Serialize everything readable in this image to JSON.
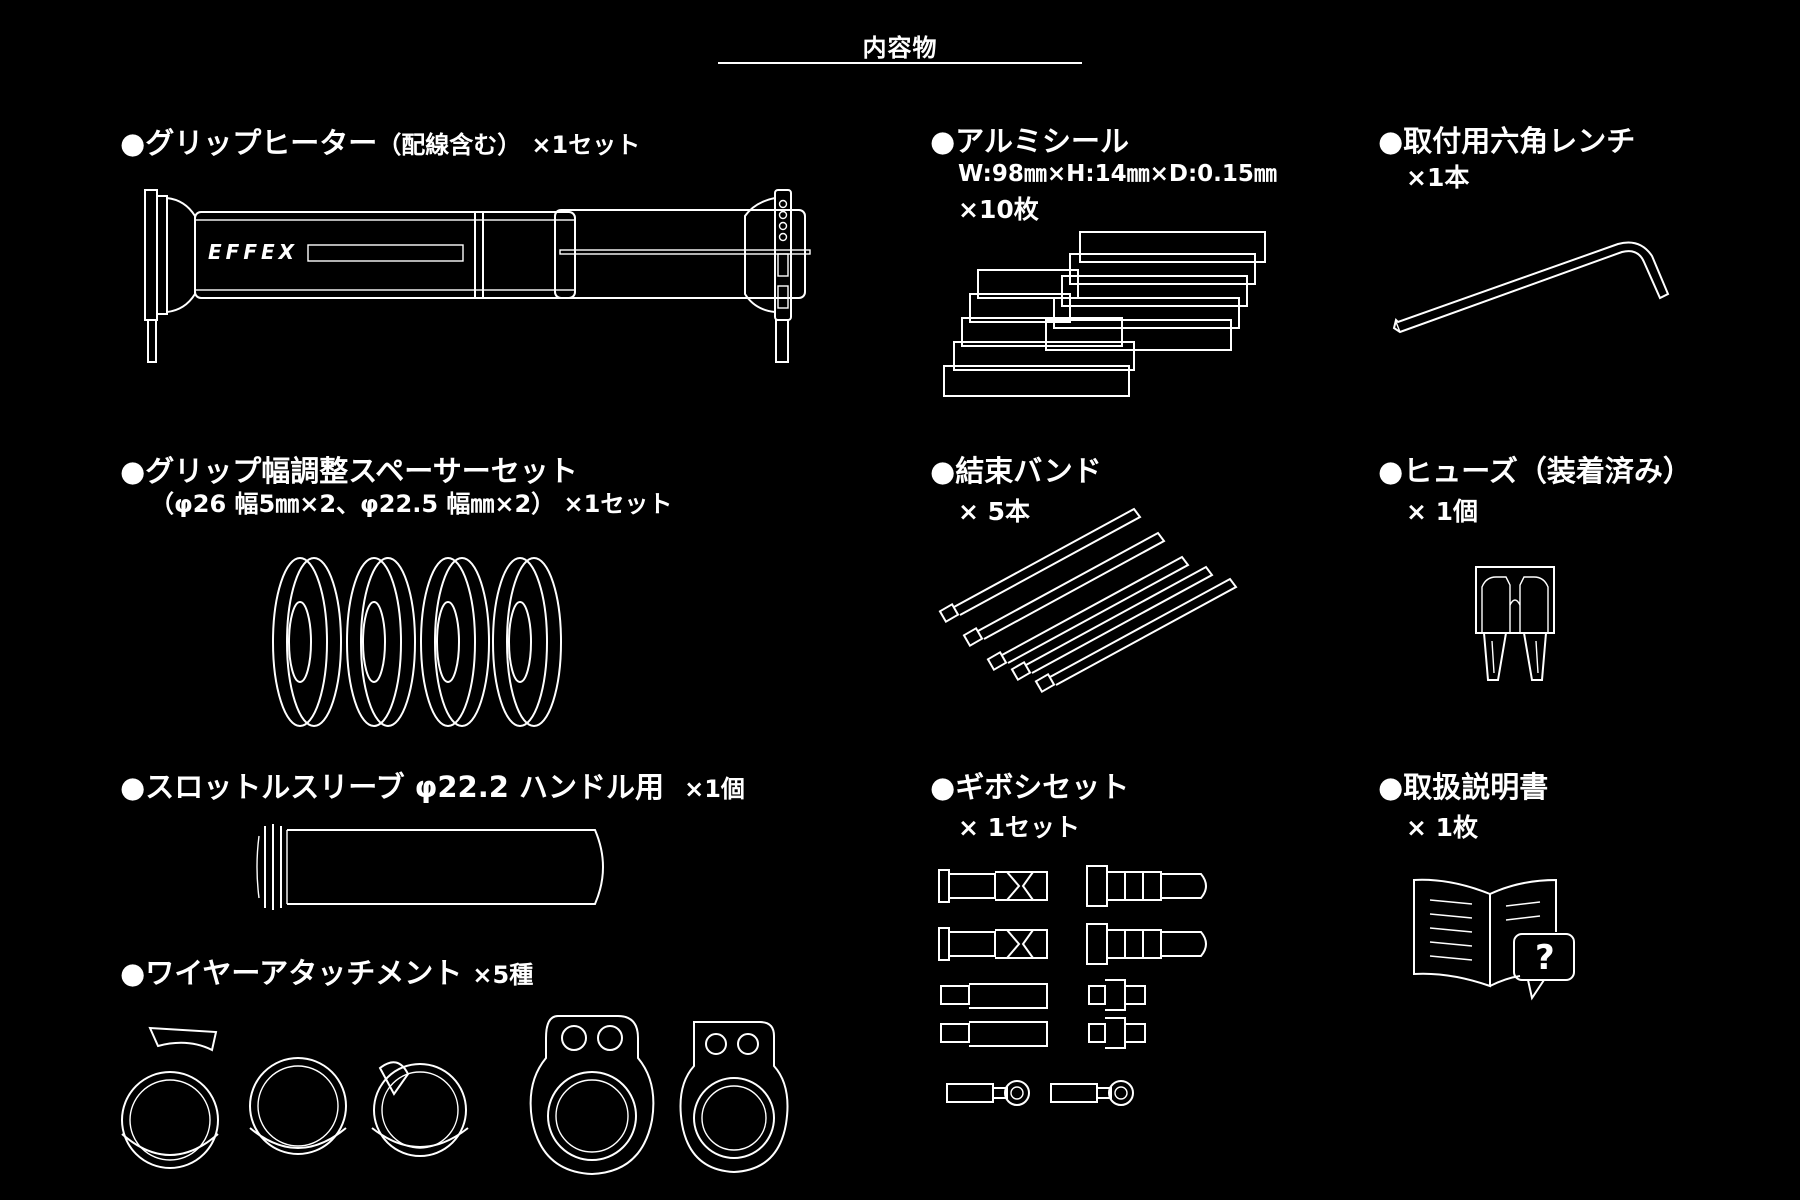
{
  "heading": "内容物",
  "items": {
    "grip_heater": {
      "title": "●グリップヒーター",
      "title_note": "（配線含む）",
      "qty": "×1セット",
      "logo_text": "EFFEX"
    },
    "alu_seal": {
      "title": "●アルミシール",
      "dims": "W:98㎜×H:14㎜×D:0.15㎜",
      "qty": "×10枚"
    },
    "hex_wrench": {
      "title": "●取付用六角レンチ",
      "qty": "×1本"
    },
    "spacer_set": {
      "title": "●グリップ幅調整スペーサーセット",
      "spec": "（φ26 幅5㎜×2、φ22.5 幅㎜×2）",
      "qty": "×1セット"
    },
    "cable_tie": {
      "title": "●結束バンド",
      "qty": "× 5本"
    },
    "fuse": {
      "title": "●ヒューズ（装着済み）",
      "qty": "× 1個"
    },
    "throttle_sleeve": {
      "title": "●スロットルスリーブ φ22.2 ハンドル用",
      "qty": "×1個"
    },
    "gibosi_set": {
      "title": "●ギボシセット",
      "qty": "× 1セット"
    },
    "manual": {
      "title": "●取扱説明書",
      "qty": "× 1枚",
      "icon_text": "?"
    },
    "wire_attachment": {
      "title": "●ワイヤーアタッチメント",
      "qty": "×5種"
    }
  },
  "icons": {
    "grip_heater": "grip-heater-illustration",
    "alu_seal": "aluminium-seal-stack-illustration",
    "hex_wrench": "hex-wrench-illustration",
    "spacer": "spacer-ring-illustration",
    "cable_tie": "cable-tie-illustration",
    "fuse": "blade-fuse-illustration",
    "throttle_sleeve": "throttle-sleeve-illustration",
    "gibosi": "bullet-connector-illustration",
    "manual": "manual-book-icon",
    "wire_attachment": "wire-attachment-illustration"
  }
}
